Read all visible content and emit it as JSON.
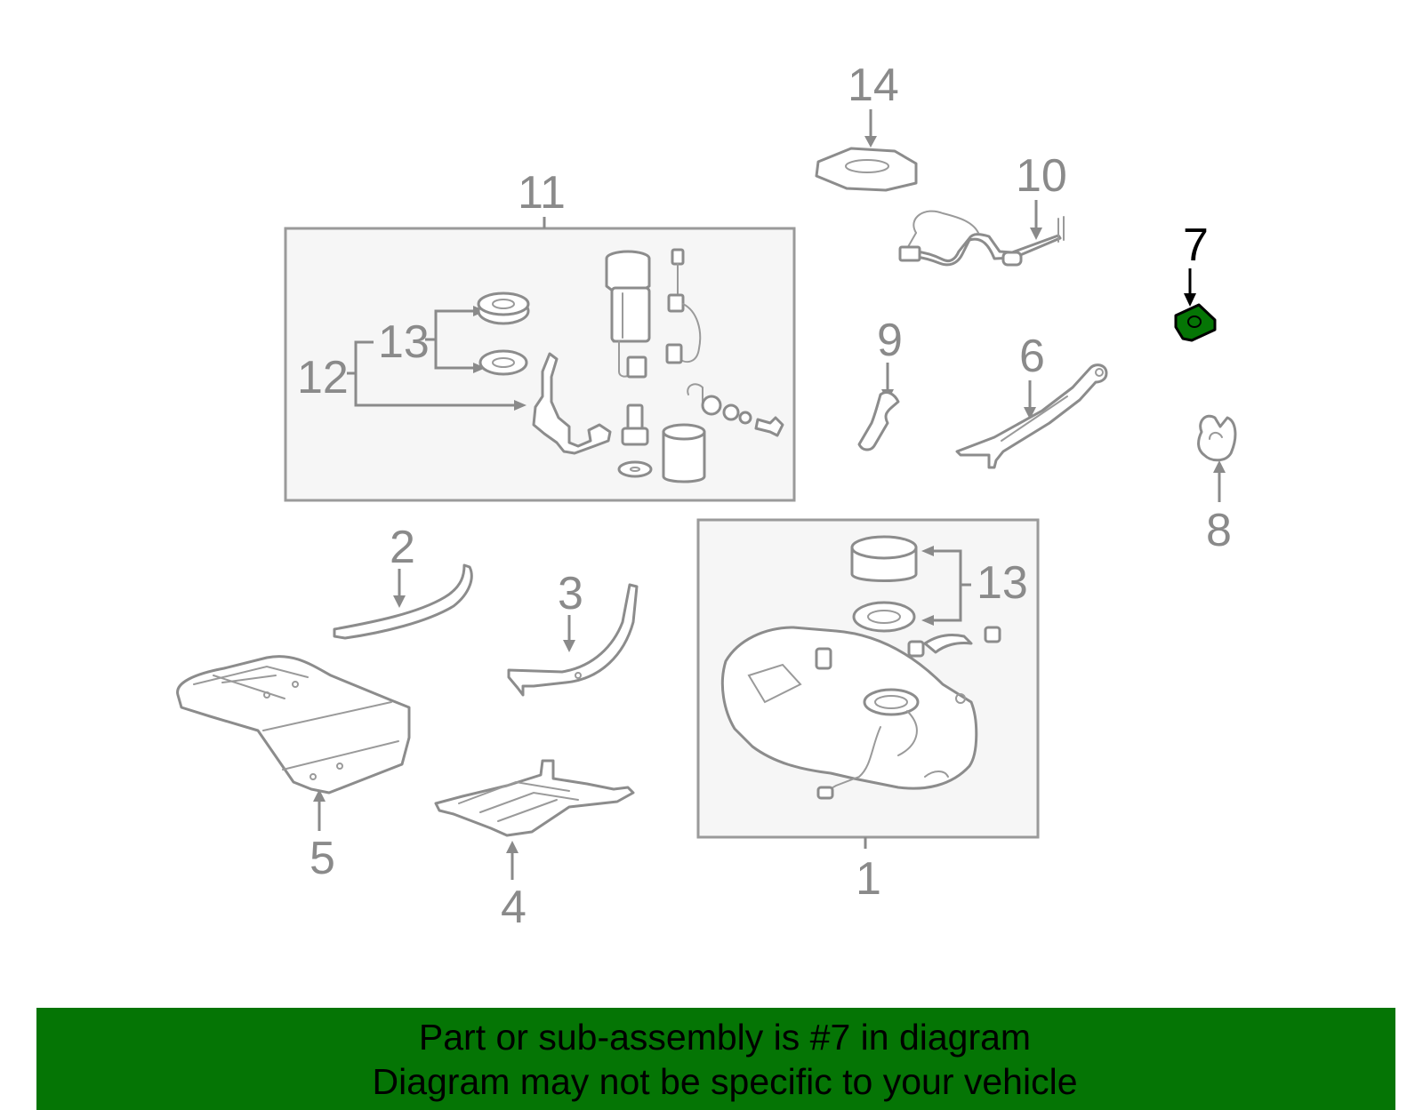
{
  "callouts": {
    "c1": "1",
    "c2": "2",
    "c3": "3",
    "c4": "4",
    "c5": "5",
    "c6": "6",
    "c7": "7",
    "c8": "8",
    "c9": "9",
    "c10": "10",
    "c11": "11",
    "c12": "12",
    "c13a": "13",
    "c13b": "13",
    "c14": "14"
  },
  "highlight": {
    "callout": "7",
    "color": "#057505"
  },
  "banner": {
    "line1": "Part or sub-assembly is #7 in diagram",
    "line2": "Diagram may not be specific to your vehicle",
    "background": "#057505"
  }
}
